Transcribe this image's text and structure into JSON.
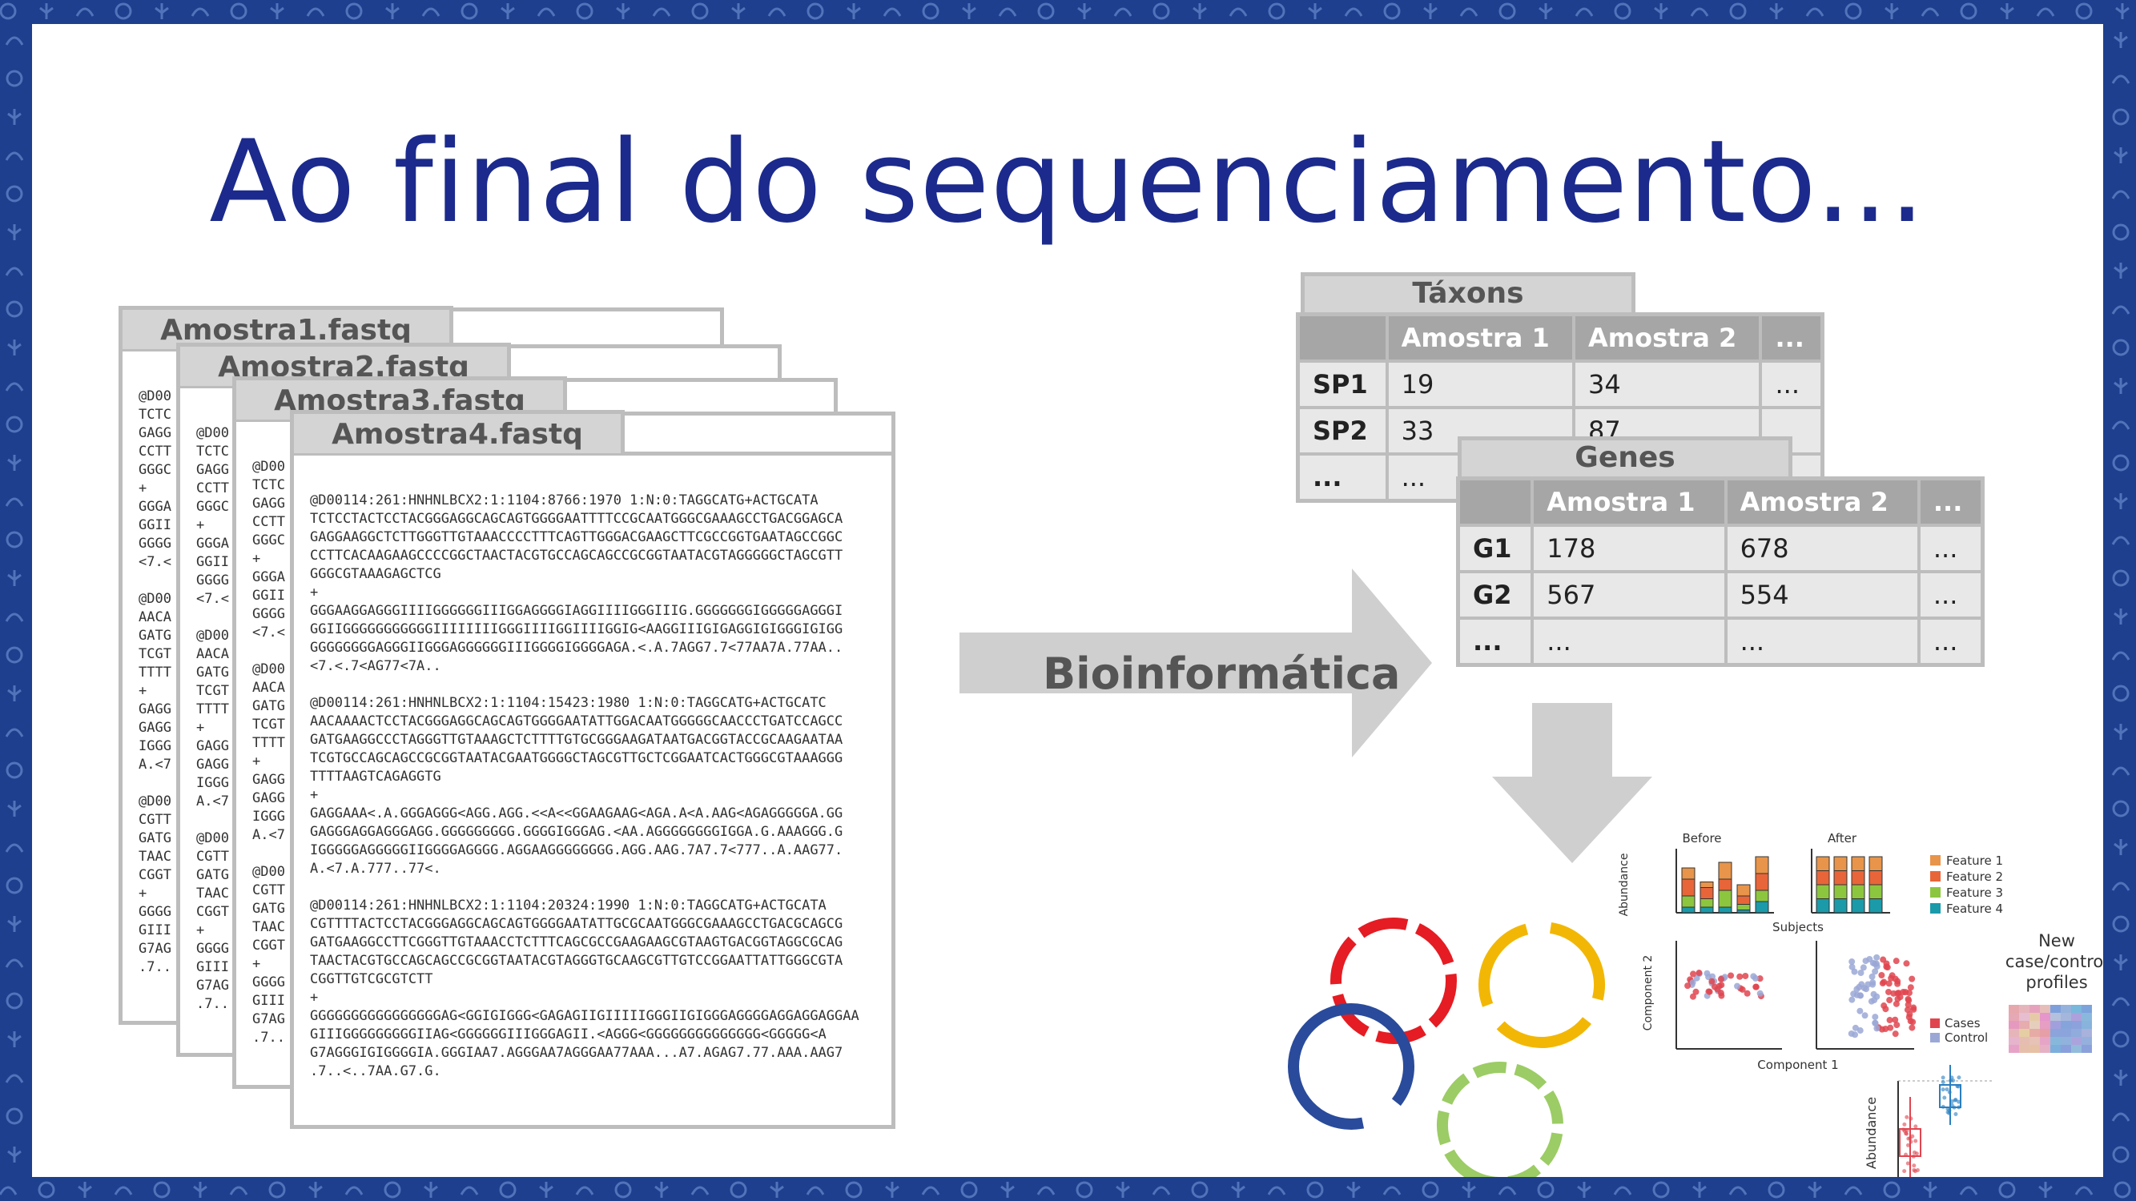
{
  "slide": {
    "title": "Ao final do sequenciamento..."
  },
  "fastq_files": [
    {
      "name": "Amostra1.fastq",
      "lines": "@D00\nTCTC\nGAGG\nCCTT\nGGGC\n+\nGGGA\nGGII\nGGGG\n<7.<\n\n@D00\nAACA\nGATG\nTCGT\nTTTT\n+\nGAGG\nGAGG\nIGGG\nA.<7\n\n@D00\nCGTT\nGATG\nTAAC\nCGGT\n+\nGGGG\nGIII\nG7AG\n.7.."
    },
    {
      "name": "Amostra2.fastq",
      "lines": "@D00\nTCTC\nGAGG\nCCTT\nGGGC\n+\nGGGA\nGGII\nGGGG\n<7.<\n\n@D00\nAACA\nGATG\nTCGT\nTTTT\n+\nGAGG\nGAGG\nIGGG\nA.<7\n\n@D00\nCGTT\nGATG\nTAAC\nCGGT\n+\nGGGG\nGIII\nG7AG\n.7.."
    },
    {
      "name": "Amostra3.fastq",
      "lines": "@D00\nTCTC\nGAGG\nCCTT\nGGGC\n+\nGGGA\nGGII\nGGGG\n<7.<\n\n@D00\nAACA\nGATG\nTCGT\nTTTT\n+\nGAGG\nGAGG\nIGGG\nA.<7\n\n@D00\nCGTT\nGATG\nTAAC\nCGGT\n+\nGGGG\nGIII\nG7AG\n.7.."
    },
    {
      "name": "Amostra4.fastq",
      "lines": "@D00114:261:HNHNLBCX2:1:1104:8766:1970 1:N:0:TAGGCATG+ACTGCATA\nTCTCCTACTCCTACGGGAGGCAGCAGTGGGGAATTTTCCGCAATGGGCGAAAGCCTGACGGAGCA\nGAGGAAGGCTCTTGGGTTGTAAACCCCTTTCAGTTGGGACGAAGCTTCGCCGGTGAATAGCCGGC\nCCTTCACAAGAAGCCCCGGCTAACTACGTGCCAGCAGCCGCGGTAATACGTAGGGGGCTAGCGTT\nGGGCGTAAAGAGCTCG\n+\nGGGAAGGAGGGIIIIGGGGGGIIIGGAGGGGIAGGIIIIGGGIIIG.GGGGGGGIGGGGGAGGGI\nGGIIGGGGGGGGGGGIIIIIIIIGGGIIIIGGIIIIGGIG<AAGGIIIGIGAGGIGIGGGIGIGG\nGGGGGGGGAGGGIIGGGAGGGGGGIIIGGGGIGGGGAGA.<.A.7AGG7.7<77AA7A.77AA..\n<7.<.7<AG77<7A..\n\n@D00114:261:HNHNLBCX2:1:1104:15423:1980 1:N:0:TAGGCATG+ACTGCATC\nAACAAAACTCCTACGGGAGGCAGCAGTGGGGAATATTGGACAATGGGGGCAACCCTGATCCAGCC\nGATGAAGGCCCTAGGGTTGTAAAGCTCTTTTGTGCGGGAAGATAATGACGGTACCGCAAGAATAA\nTCGTGCCAGCAGCCGCGGTAATACGAATGGGGCTAGCGTTGCTCGGAATCACTGGGCGTAAAGGG\nTTTTAAGTCAGAGGTG\n+\nGAGGAAA<.A.GGGAGGG<AGG.AGG.<<A<<GGAAGAAG<AGA.A<A.AAG<AGAGGGGGA.GG\nGAGGGAGGAGGGAGG.GGGGGGGGG.GGGGIGGGAG.<AA.AGGGGGGGGIGGA.G.AAAGGG.G\nIGGGGGAGGGGGIIGGGGAGGGG.AGGAAGGGGGGGG.AGG.AAG.7A7.7<777..A.AAG77.\nA.<7.A.777..77<.\n\n@D00114:261:HNHNLBCX2:1:1104:20324:1990 1:N:0:TAGGCATG+ACTGCATA\nCGTTTTACTCCTACGGGAGGCAGCAGTGGGGAATATTGCGCAATGGGCGAAAGCCTGACGCAGCG\nGATGAAGGCCTTCGGGTTGTAAACCTCTTTCAGCGCCGAAGAAGCGTAAGTGACGGTAGGCGCAG\nTAACTACGTGCCAGCAGCCGCGGTAATACGTAGGGTGCAAGCGTTGTCCGGAATTATTGGGCGTA\nCGGTTGTCGCGTCTT\n+\nGGGGGGGGGGGGGGGGAG<GGIGIGGG<GAGAGIIGIIIIIGGGIIGIGGGAGGGGAGGAGGAGGAA\nGIIIGGGGGGGGGIIAG<GGGGGGIIIGGGAGII.<AGGG<GGGGGGGGGGGGGG<GGGGG<A\nG7AGGGIGIGGGGIA.GGGIAA7.AGGGAA7AGGGAA77AAA...A7.AGAG7.77.AAA.AAG7\n.7..<..7AA.G7.G."
    }
  ],
  "arrow_label": "Bioinformática",
  "taxa_table": {
    "title": "Táxons",
    "header": [
      "",
      "Amostra 1",
      "Amostra 2",
      "..."
    ],
    "rows": [
      [
        "SP1",
        "19",
        "34",
        "..."
      ],
      [
        "SP2",
        "33",
        "87",
        ""
      ],
      [
        "...",
        "...",
        "",
        ""
      ]
    ]
  },
  "genes_table": {
    "title": "Genes",
    "header": [
      "",
      "Amostra 1",
      "Amostra 2",
      "..."
    ],
    "rows": [
      [
        "G1",
        "178",
        "678",
        "..."
      ],
      [
        "G2",
        "567",
        "554",
        "..."
      ],
      [
        "...",
        "...",
        "...",
        "..."
      ]
    ]
  },
  "analysis_figure": {
    "panel_titles": [
      "Before",
      "After"
    ],
    "x_label_bars": "Subjects",
    "y_label_bars": "Abundance",
    "legend": [
      "Feature 1",
      "Feature 2",
      "Feature 3",
      "Feature 4"
    ],
    "legend_colors": [
      "#e8944a",
      "#e8653a",
      "#8cc63f",
      "#1b9aaa"
    ],
    "pca_x_label": "Component 1",
    "pca_y_label": "Component 2",
    "pca_legend": [
      "Cases",
      "Control"
    ],
    "pca_colors": [
      "#e0454f",
      "#9ba8d6"
    ],
    "heatmap_label": "New\ncase/control\nprofiles",
    "box_y_label": "Abundance"
  },
  "ring_colors": [
    "#e51c23",
    "#f2b705",
    "#2a4b9b",
    "#9ccc65"
  ],
  "colors": {
    "title": "#1b2a8c",
    "frame": "#1d3f8e",
    "arrow": "#cfcfcf",
    "table_border": "#bdbdbd",
    "table_header": "#a6a6a6"
  }
}
